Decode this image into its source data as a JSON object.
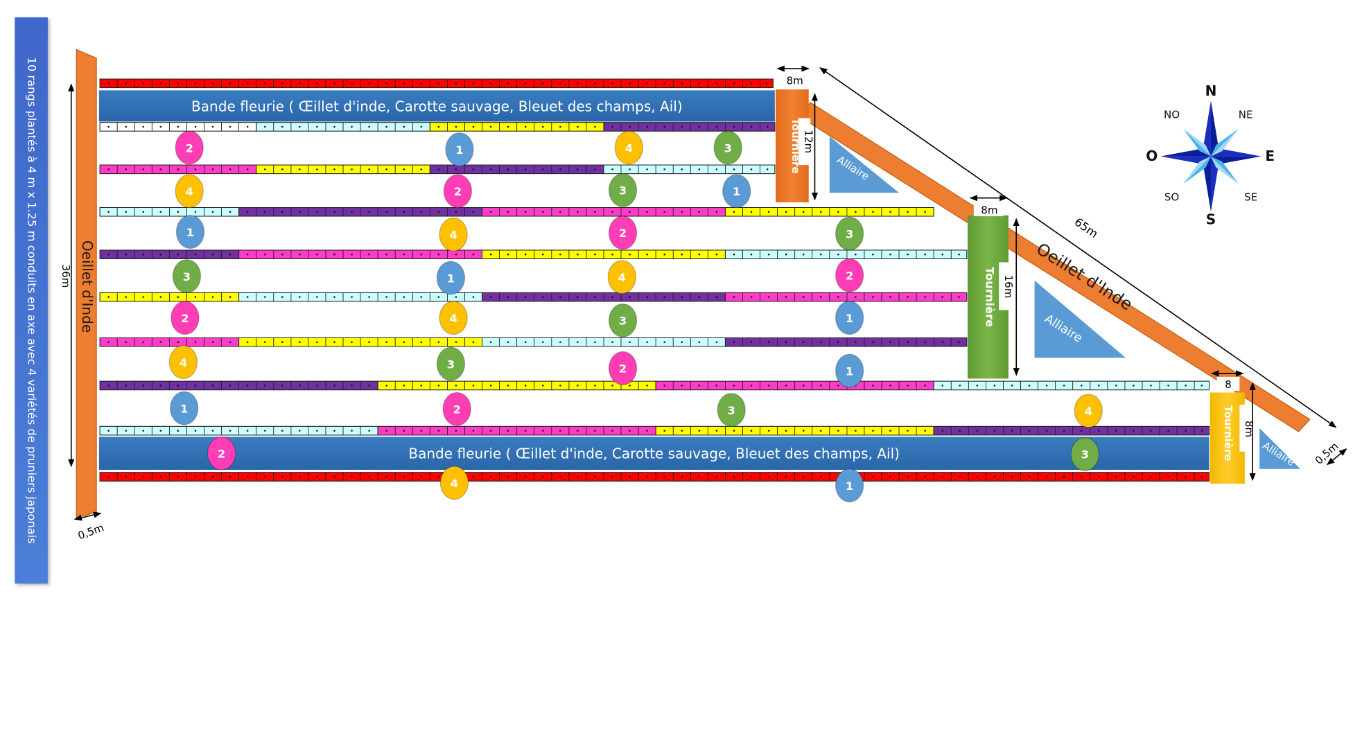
{
  "banner_text": "10 rangs  plantés à 4 m x  1.25 m conduits en axe avec 4 variétés de pruniers japonais",
  "left_strip_label": "Oeillet d'Inde",
  "diagonal_strip_label": "Oeillet d'Inde",
  "flower_band_label": "Bande fleurie ( Œillet d'inde, Carotte sauvage, Bleuet des champs, Ail)",
  "tourniere_label": "Tournière",
  "alliaire_label": "Alliaire",
  "dimensions": {
    "height_36": "36m",
    "width_05_left": "0,5m",
    "width_8_top": "8m",
    "height_12": "12m",
    "width_8_mid": "8m",
    "height_16": "16m",
    "width_8_right": "8",
    "height_8": "8m",
    "diagonal_65": "65m",
    "width_05_right": "0,5m"
  },
  "compass": {
    "N": "N",
    "NE": "NE",
    "E": "E",
    "SE": "SE",
    "S": "S",
    "SO": "SO",
    "O": "O",
    "NO": "NO"
  },
  "variety_colors": {
    "1": "#5b9bd5",
    "2": "#ff3db4",
    "3": "#70ad47",
    "4": "#ffc000"
  },
  "row_colors": {
    "red": "#ff0000",
    "pink": "#ff3cc8",
    "yellow": "#ffff00",
    "purple": "#7030a0",
    "cyan": "#ccffff",
    "white": "#ffffff"
  },
  "rows": [
    {
      "segments": [
        [
          "red",
          115,
          890
        ]
      ]
    },
    {
      "segments": [
        [
          "white",
          115,
          295
        ],
        [
          "cyan",
          295,
          495
        ],
        [
          "yellow",
          495,
          695
        ],
        [
          "purple",
          695,
          892
        ]
      ]
    },
    {
      "segments": [
        [
          "pink",
          115,
          295
        ],
        [
          "yellow",
          295,
          495
        ],
        [
          "purple",
          495,
          695
        ],
        [
          "cyan",
          695,
          892
        ]
      ]
    },
    {
      "segments": [
        [
          "cyan",
          115,
          275
        ],
        [
          "purple",
          275,
          555
        ],
        [
          "pink",
          555,
          835
        ],
        [
          "yellow",
          835,
          1075
        ]
      ]
    },
    {
      "segments": [
        [
          "purple",
          115,
          275
        ],
        [
          "pink",
          275,
          555
        ],
        [
          "yellow",
          555,
          835
        ],
        [
          "cyan",
          835,
          1113
        ]
      ]
    },
    {
      "segments": [
        [
          "yellow",
          115,
          275
        ],
        [
          "cyan",
          275,
          555
        ],
        [
          "purple",
          555,
          835
        ],
        [
          "pink",
          835,
          1113
        ]
      ]
    },
    {
      "segments": [
        [
          "pink",
          115,
          275
        ],
        [
          "yellow",
          275,
          555
        ],
        [
          "cyan",
          555,
          835
        ],
        [
          "purple",
          835,
          1113
        ]
      ]
    },
    {
      "segments": [
        [
          "purple",
          115,
          435
        ],
        [
          "yellow",
          435,
          755
        ],
        [
          "pink",
          755,
          1075
        ],
        [
          "cyan",
          1075,
          1392
        ]
      ]
    },
    {
      "segments": [
        [
          "cyan",
          115,
          435
        ],
        [
          "pink",
          435,
          755
        ],
        [
          "yellow",
          755,
          1075
        ],
        [
          "purple",
          1075,
          1392
        ]
      ]
    },
    {
      "segments": [
        [
          "red",
          115,
          1392
        ]
      ]
    }
  ],
  "variety_markers": [
    [
      218,
      170,
      "2"
    ],
    [
      529,
      172,
      "1"
    ],
    [
      724,
      170,
      "4"
    ],
    [
      838,
      170,
      "3"
    ],
    [
      218,
      220,
      "4"
    ],
    [
      527,
      220,
      "2"
    ],
    [
      717,
      219,
      "3"
    ],
    [
      848,
      220,
      "1"
    ],
    [
      219,
      267,
      "1"
    ],
    [
      522,
      270,
      "4"
    ],
    [
      717,
      268,
      "2"
    ],
    [
      978,
      269,
      "3"
    ],
    [
      215,
      318,
      "3"
    ],
    [
      519,
      320,
      "1"
    ],
    [
      716,
      319,
      "4"
    ],
    [
      978,
      317,
      "2"
    ],
    [
      213,
      366,
      "2"
    ],
    [
      522,
      366,
      "4"
    ],
    [
      717,
      369,
      "3"
    ],
    [
      978,
      366,
      "1"
    ],
    [
      211,
      417,
      "4"
    ],
    [
      519,
      419,
      "3"
    ],
    [
      717,
      424,
      "2"
    ],
    [
      978,
      427,
      "1"
    ],
    [
      212,
      470,
      "1"
    ],
    [
      526,
      471,
      "2"
    ],
    [
      842,
      472,
      "3"
    ],
    [
      1253,
      473,
      "4"
    ],
    [
      255,
      522,
      "2"
    ],
    [
      1249,
      523,
      "3"
    ],
    [
      523,
      556,
      "4"
    ],
    [
      978,
      559,
      "1"
    ]
  ]
}
